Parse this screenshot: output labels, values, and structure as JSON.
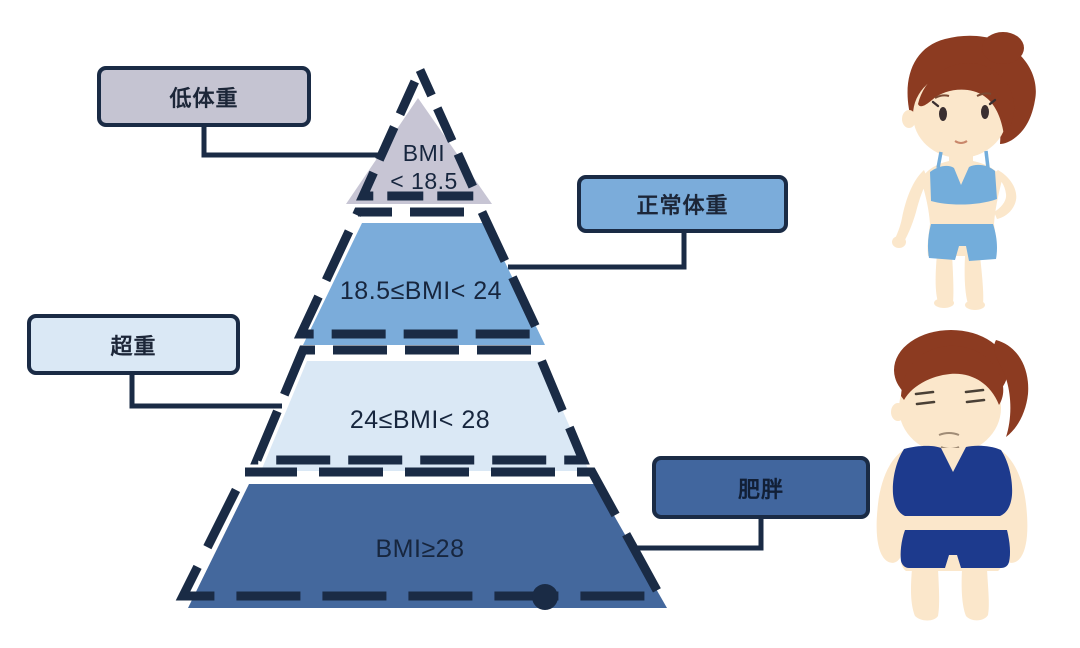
{
  "tiers": [
    {
      "id": "underweight",
      "label": "低体重",
      "range_line1": "BMI",
      "range_line2": "< 18.5",
      "tier_color": "#C7C5D4",
      "box_color": "#C5C4D2"
    },
    {
      "id": "normal",
      "label": "正常体重",
      "range": "18.5≤BMI< 24",
      "tier_color": "#7BACDA",
      "box_color": "#7BACDA"
    },
    {
      "id": "overweight",
      "label": "超重",
      "range": "24≤BMI< 28",
      "tier_color": "#DAE8F5",
      "box_color": "#DAE8F5"
    },
    {
      "id": "obese",
      "label": "肥胖",
      "range": "BMI≥28",
      "tier_color": "#44689D",
      "box_color": "#41669E"
    }
  ],
  "palette": {
    "outline_navy": "#1A2B45",
    "underweight_fill": "#C7C5D4",
    "normal_fill": "#7BACDA",
    "overweight_fill": "#DAE8F5",
    "obese_fill": "#44689D",
    "skin": "#FBE7CB",
    "hair": "#8C3B21",
    "slim_outfit_blue": "#73ADDB",
    "obese_outfit_navy": "#1D3A8D"
  },
  "figures": [
    {
      "id": "normal-weight-woman",
      "depicts": "slim woman in light blue sportswear"
    },
    {
      "id": "obese-woman",
      "depicts": "overweight woman in dark navy sportswear"
    }
  ]
}
